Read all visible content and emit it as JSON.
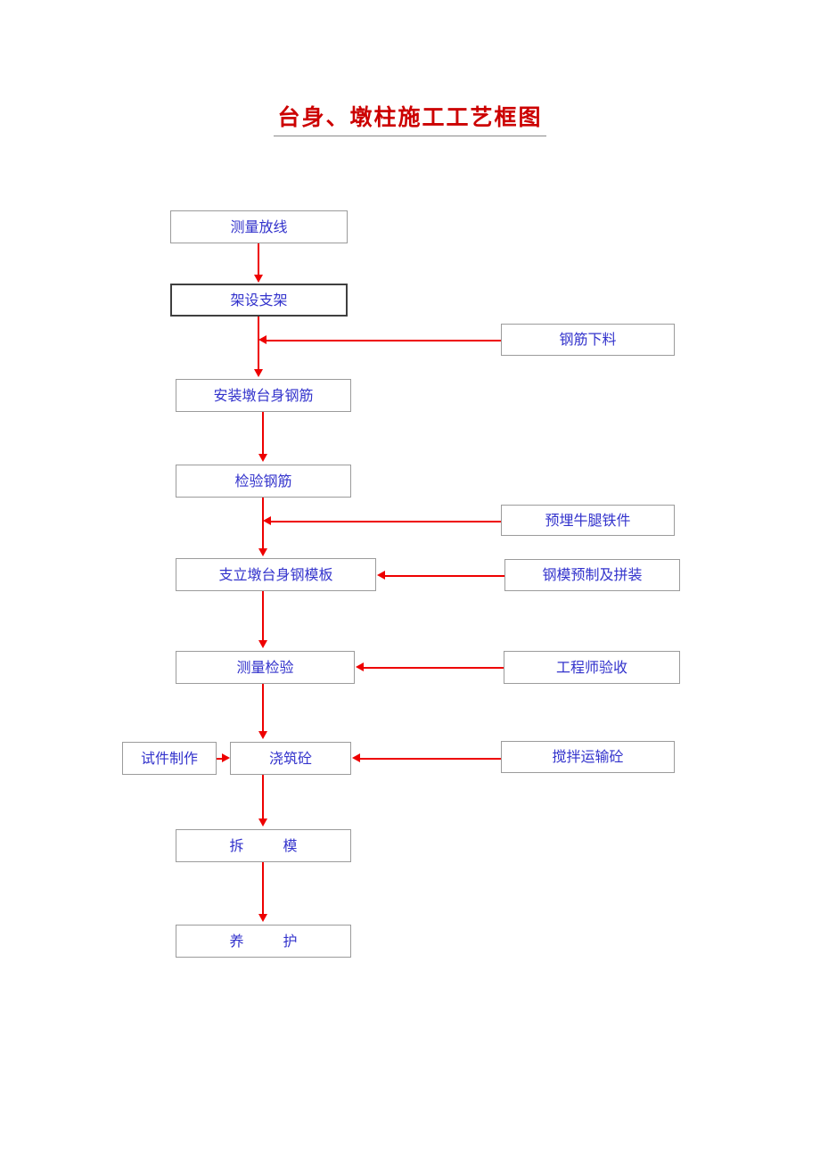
{
  "document": {
    "title": "台身、墩柱施工工艺框图",
    "title_color": "#cc0000",
    "node_text_color": "#3333cc",
    "connector_color": "#ee0000",
    "node_border_color": "#9b9b9b",
    "emphasis_border_color": "#3f3f3f",
    "background": "#ffffff"
  },
  "flow": {
    "main_nodes": [
      {
        "id": "celiang-fangxian",
        "label": "测量放线",
        "emphasis": false
      },
      {
        "id": "jiashe-zhijia",
        "label": "架设支架",
        "emphasis": true
      },
      {
        "id": "anzhuang-duntaishen-gangjin",
        "label": "安装墩台身钢筋",
        "emphasis": false
      },
      {
        "id": "jianyan-gangjin",
        "label": "检验钢筋",
        "emphasis": false
      },
      {
        "id": "zhili-duntaishen-gangmoban",
        "label": "支立墩台身钢模板",
        "emphasis": false
      },
      {
        "id": "celiang-jianyan",
        "label": "测量检验",
        "emphasis": false
      },
      {
        "id": "jiaozhu-tong",
        "label": "浇筑砼",
        "emphasis": false
      },
      {
        "id": "chai-mu",
        "label": "拆　模",
        "emphasis": false
      },
      {
        "id": "yang-hu",
        "label": "养　护",
        "emphasis": false
      }
    ],
    "side_nodes": [
      {
        "id": "gangjin-xialiao",
        "label": "钢筋下料",
        "side": "right",
        "target": "between-jiashe-zhijia-and-anzhuang"
      },
      {
        "id": "yumai-niutui-tiejian",
        "label": "预埋牛腿铁件",
        "side": "right",
        "target": "between-jianyan-gangjin-and-zhili"
      },
      {
        "id": "gangmo-yuzhi-ji-pinzhuang",
        "label": "钢模预制及拼装",
        "side": "right",
        "target": "zhili-duntaishen-gangmoban"
      },
      {
        "id": "gongchengshi-yanshou",
        "label": "工程师验收",
        "side": "right",
        "target": "celiang-jianyan"
      },
      {
        "id": "jiaoban-yunshu-tong",
        "label": "搅拌运输砼",
        "side": "right",
        "target": "jiaozhu-tong"
      },
      {
        "id": "shijian-zhizuo",
        "label": "试件制作",
        "side": "left",
        "target": "jiaozhu-tong"
      }
    ]
  }
}
